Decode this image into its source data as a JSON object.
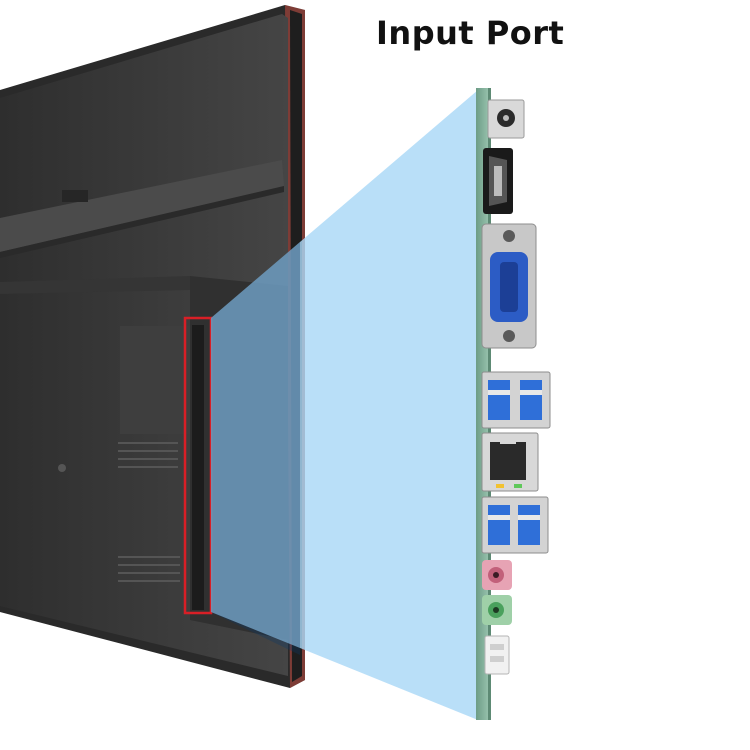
{
  "title": "Input Port",
  "colors": {
    "background": "#ffffff",
    "panel": "#3a3a3a",
    "projection": "#aad8f6",
    "highlight": "#d81f26",
    "board": "#8fbfa6",
    "usb_blue": "#2f6fd8"
  },
  "ports": [
    {
      "name": "dc-power-jack"
    },
    {
      "name": "hdmi-port"
    },
    {
      "name": "vga-port"
    },
    {
      "name": "usb-3-port"
    },
    {
      "name": "rj45-ethernet-port"
    },
    {
      "name": "usb-3-port"
    },
    {
      "name": "audio-jack-pink"
    },
    {
      "name": "audio-jack-green"
    },
    {
      "name": "connector-header"
    }
  ]
}
